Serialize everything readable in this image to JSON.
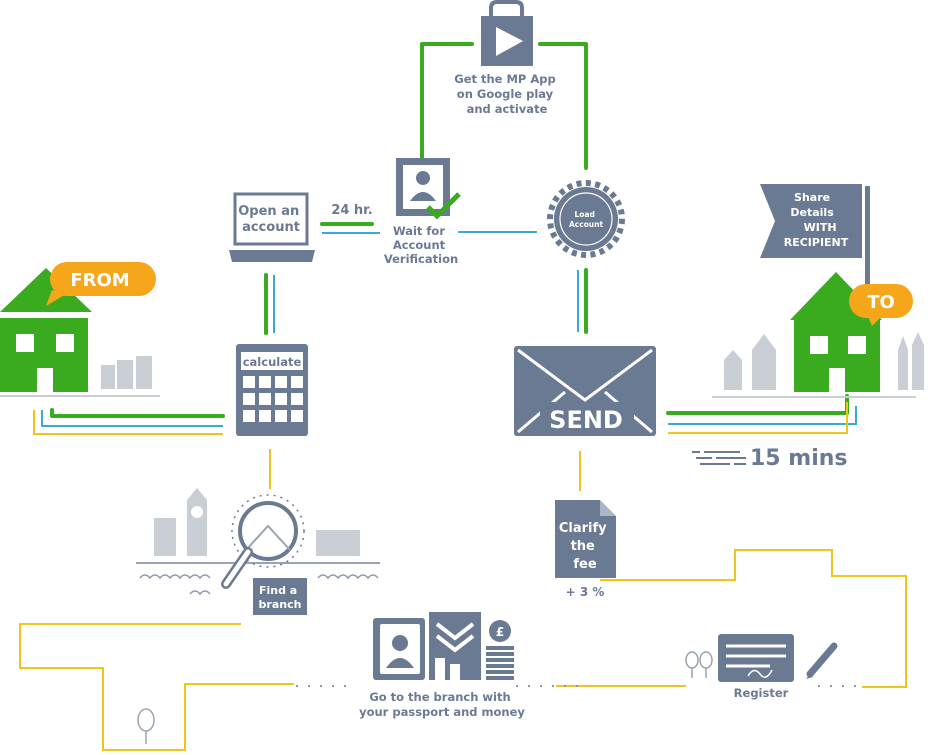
{
  "from_label": "FROM",
  "to_label": "TO",
  "app_step": [
    "Get the MP App",
    "on Google play",
    "and activate"
  ],
  "open_account": [
    "Open an",
    "account"
  ],
  "wait_time": "24 hr.",
  "wait_verification": [
    "Wait for",
    "Account",
    "Verification"
  ],
  "load_account": [
    "Load",
    "Account"
  ],
  "share_details": [
    "Share",
    "Details",
    "WITH",
    "RECIPIENT"
  ],
  "calculate": "calculate",
  "send": "SEND",
  "transfer_time": "15 mins",
  "clarify_fee": [
    "Clarify",
    "the",
    "fee"
  ],
  "fee_percent": "+ 3 %",
  "find_branch": [
    "Find a",
    "branch"
  ],
  "go_branch": [
    "Go to the branch with",
    "your passport and money"
  ],
  "register": "Register",
  "colors": {
    "slate": "#6b7a93",
    "green": "#3aaa1f",
    "blue": "#39a9dc",
    "yellow": "#f0c419",
    "orange": "#f5a61b",
    "gray": "#c9cdd4"
  },
  "icons": [
    "house-icon",
    "shopping-bag-play-icon",
    "laptop-icon",
    "verified-user-icon",
    "gear-icon",
    "flag-icon",
    "calculator-icon",
    "envelope-icon",
    "document-icon",
    "magnifier-icon",
    "passport-icon",
    "bank-icon",
    "coins-icon",
    "register-card-icon",
    "pen-icon",
    "tree-icon",
    "city-skyline-icon"
  ]
}
